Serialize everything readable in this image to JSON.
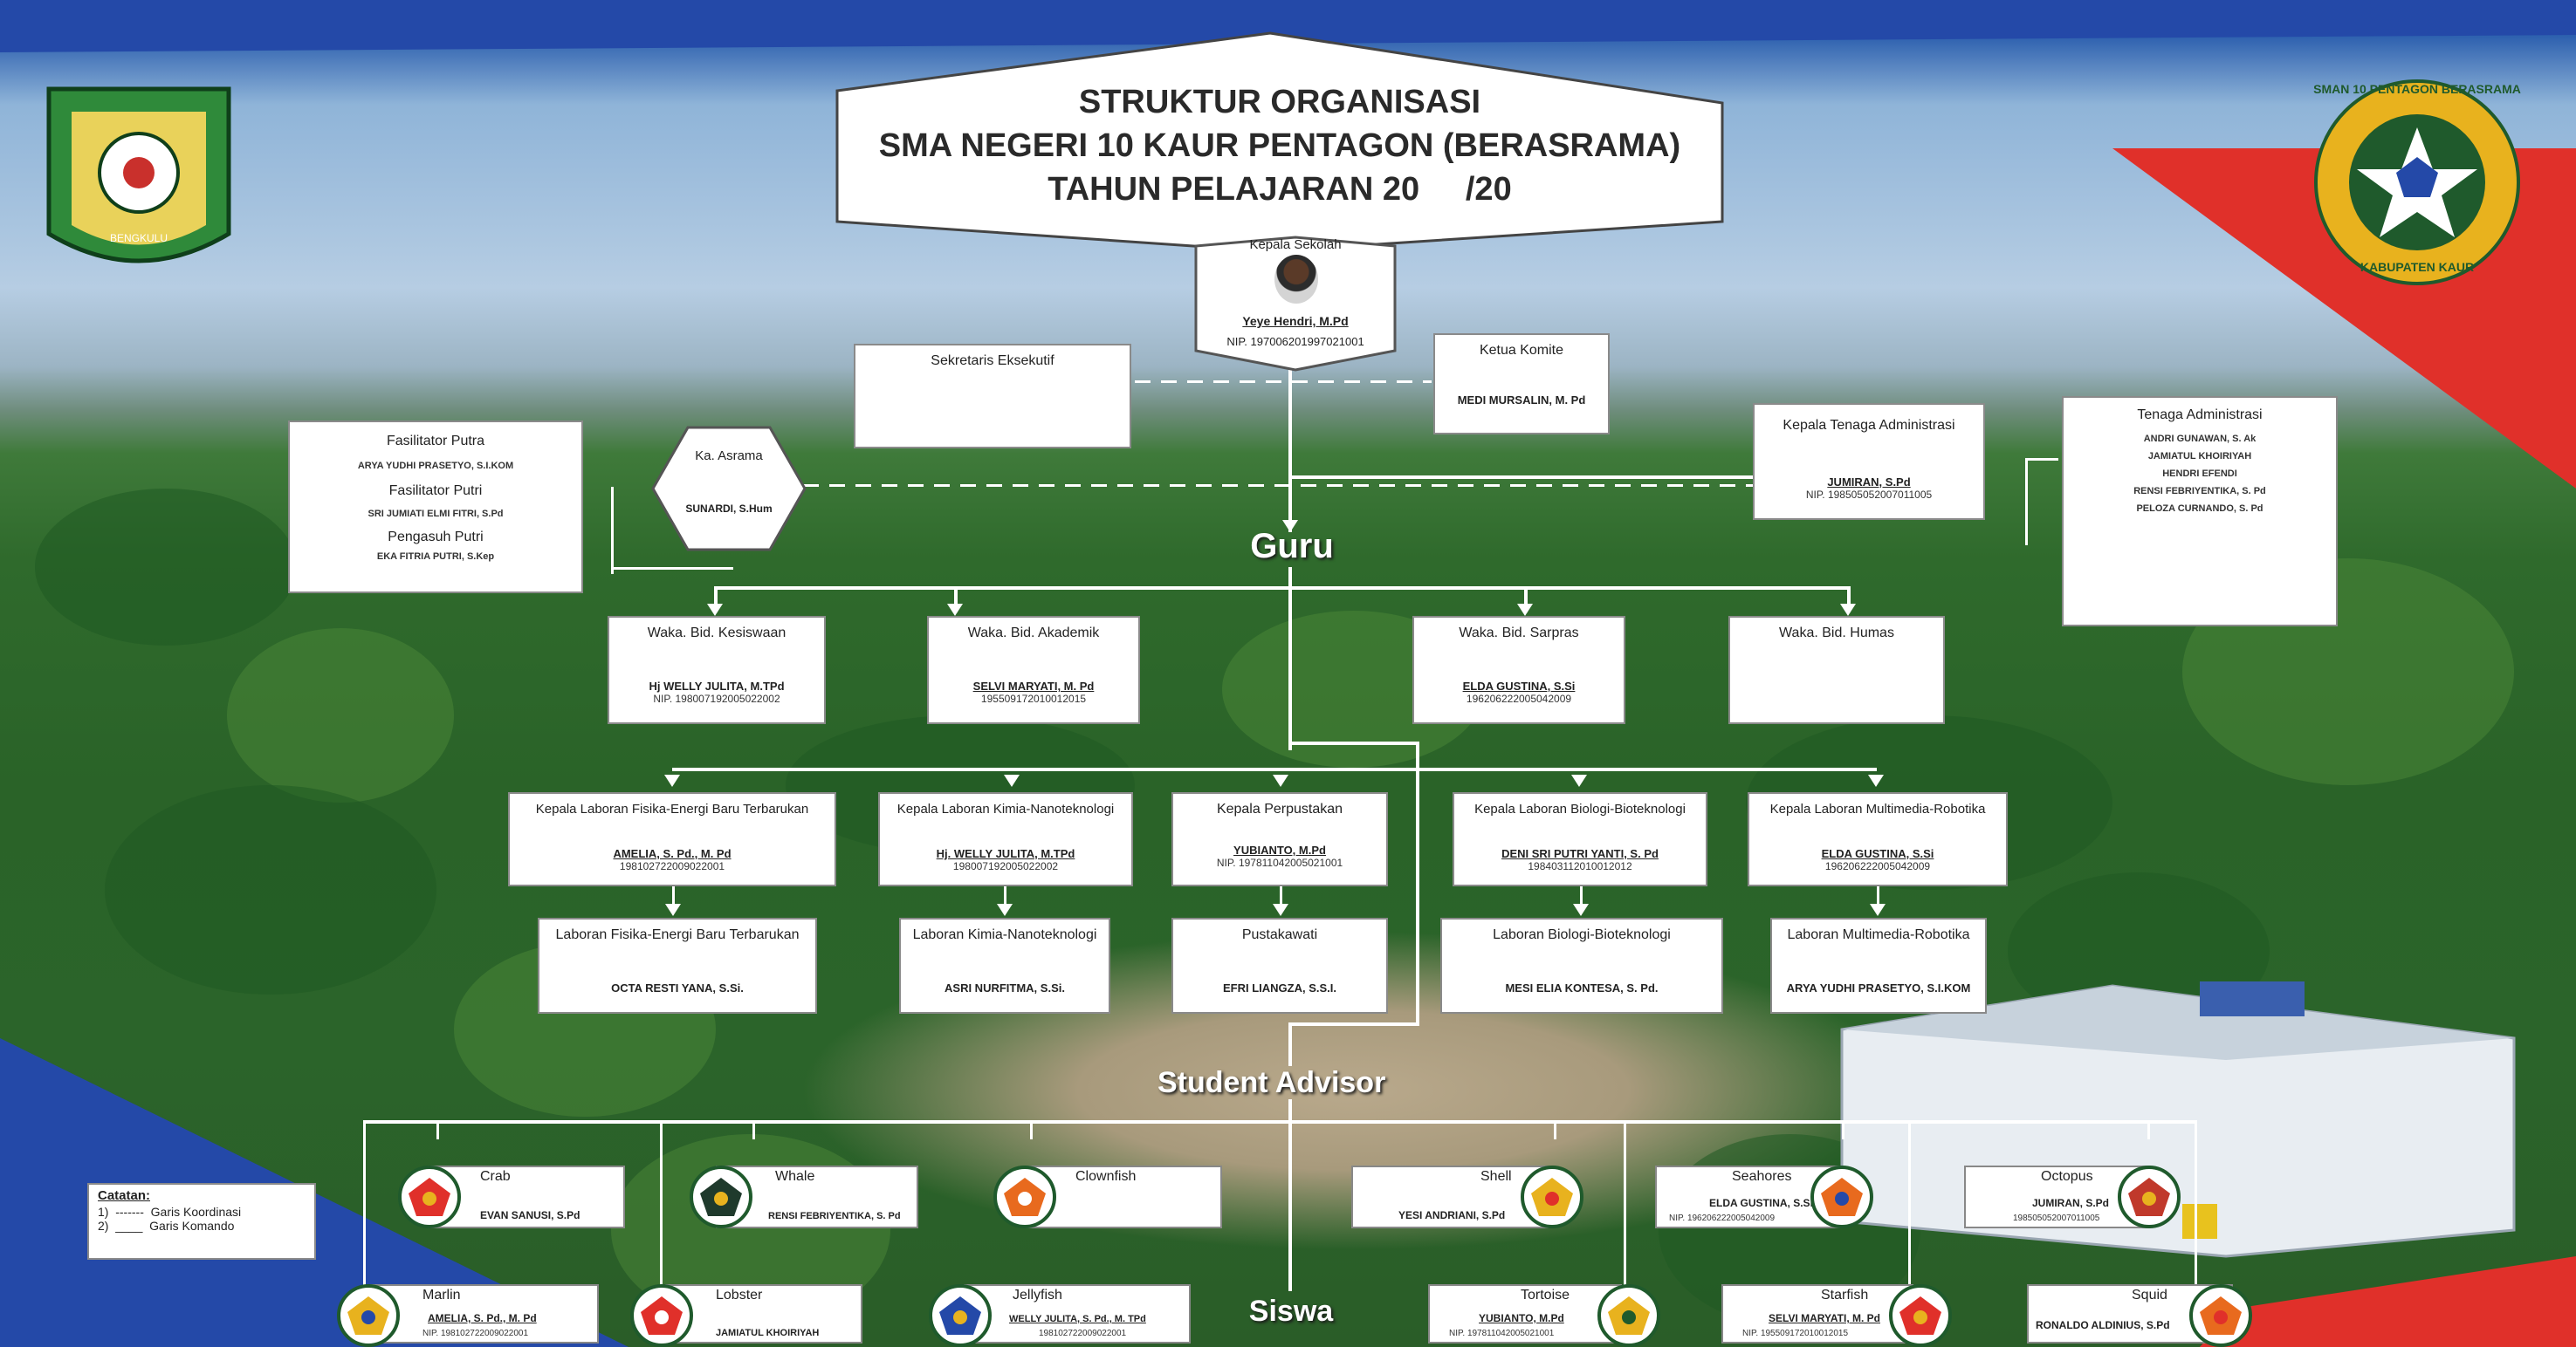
{
  "title": {
    "line1": "STRUKTUR ORGANISASI",
    "line2": "SMA NEGERI 10 KAUR PENTAGON (BERASRAMA)",
    "line3": "TAHUN PELAJARAN 20     /20"
  },
  "logos": {
    "left_text": "BENGKULU",
    "right_top": "SMAN 10 PENTAGON BERASRAMA",
    "right_bottom": "KABUPATEN KAUR"
  },
  "kepala_sekolah": {
    "title": "Kepala Sekolah",
    "name": "Yeye Hendri, M.Pd",
    "nip": "NIP. 197006201997021001"
  },
  "sekretaris": {
    "title": "Sekretaris Eksekutif"
  },
  "ketua_komite": {
    "title": "Ketua Komite",
    "name": "MEDI MURSALIN, M. Pd"
  },
  "ka_asrama": {
    "title": "Ka. Asrama",
    "name": "SUNARDI, S.Hum"
  },
  "fasilitator": {
    "putra_title": "Fasilitator Putra",
    "putra_name": "ARYA YUDHI PRASETYO, S.I.KOM",
    "putri_title": "Fasilitator Putri",
    "putri_name": "SRI JUMIATI ELMI FITRI, S.Pd",
    "pengasuh_title": "Pengasuh Putri",
    "pengasuh_name": "EKA FITRIA PUTRI, S.Kep"
  },
  "kepala_tu": {
    "title": "Kepala Tenaga Administrasi",
    "name": "JUMIRAN, S.Pd",
    "nip": "NIP. 198505052007011005"
  },
  "tenaga_adm": {
    "title": "Tenaga Administrasi",
    "names": [
      "ANDRI GUNAWAN, S. Ak",
      "JAMIATUL KHOIRIYAH",
      "HENDRI EFENDI",
      "RENSI FEBRIYENTIKA, S. Pd",
      "PELOZA CURNANDO, S. Pd"
    ]
  },
  "guru_label": "Guru",
  "waka": [
    {
      "title": "Waka. Bid. Kesiswaan",
      "name": "Hj WELLY JULITA, M.TPd",
      "nip": "NIP. 198007192005022002"
    },
    {
      "title": "Waka. Bid. Akademik",
      "name": "SELVI MARYATI, M. Pd",
      "nip": "195509172010012015"
    },
    {
      "title": "Waka. Bid. Sarpras",
      "name": "ELDA GUSTINA, S.Si",
      "nip": "196206222005042009"
    },
    {
      "title": "Waka. Bid. Humas",
      "name": "",
      "nip": ""
    }
  ],
  "kepala_lab": [
    {
      "title": "Kepala Laboran Fisika-Energi Baru Terbarukan",
      "name": "AMELIA, S. Pd., M. Pd",
      "nip": "198102722009022001"
    },
    {
      "title": "Kepala Laboran Kimia-Nanoteknologi",
      "name": "Hj. WELLY JULITA, M.TPd",
      "nip": "198007192005022002"
    },
    {
      "title": "Kepala Perpustakan",
      "name": "YUBIANTO, M.Pd",
      "nip": "NIP. 197811042005021001"
    },
    {
      "title": "Kepala Laboran Biologi-Bioteknologi",
      "name": "DENI SRI PUTRI YANTI, S. Pd",
      "nip": "198403112010012012"
    },
    {
      "title": "Kepala Laboran Multimedia-Robotika",
      "name": "ELDA GUSTINA, S.Si",
      "nip": "196206222005042009"
    }
  ],
  "laboran": [
    {
      "title": "Laboran Fisika-Energi Baru Terbarukan",
      "name": "OCTA RESTI YANA, S.Si."
    },
    {
      "title": "Laboran Kimia-Nanoteknologi",
      "name": "ASRI NURFITMA, S.Si."
    },
    {
      "title": "Pustakawati",
      "name": "EFRI LIANGZA, S.S.I."
    },
    {
      "title": "Laboran Biologi-Bioteknologi",
      "name": "MESI ELIA KONTESA, S. Pd."
    },
    {
      "title": "Laboran Multimedia-Robotika",
      "name": "ARYA YUDHI PRASETYO, S.I.KOM"
    }
  ],
  "student_advisor_label": "Student Advisor",
  "siswa_label": "Siswa",
  "catatan": {
    "title": "Catatan:",
    "item1": "1)  -------  Garis Koordinasi",
    "item2": "2)  ____  Garis Komando"
  },
  "groups_row1": [
    {
      "title": "Crab",
      "name": "EVAN SANUSI, S.Pd",
      "nip": ""
    },
    {
      "title": "Whale",
      "name": "RENSI FEBRIYENTIKA, S. Pd",
      "nip": ""
    },
    {
      "title": "Clownfish",
      "name": "",
      "nip": ""
    },
    {
      "title": "Shell",
      "name": "YESI ANDRIANI, S.Pd",
      "nip": ""
    },
    {
      "title": "Seahores",
      "name": "ELDA GUSTINA, S.Si",
      "nip": "NIP. 196206222005042009"
    },
    {
      "title": "Octopus",
      "name": "JUMIRAN, S.Pd",
      "nip": "198505052007011005"
    }
  ],
  "groups_row2": [
    {
      "title": "Marlin",
      "name": "AMELIA, S. Pd., M. Pd",
      "nip": "NIP. 198102722009022001"
    },
    {
      "title": "Lobster",
      "name": "JAMIATUL KHOIRIYAH",
      "nip": ""
    },
    {
      "title": "Jellyfish",
      "name": "WELLY JULITA, S. Pd., M. TPd",
      "nip": "198102722009022001"
    },
    {
      "title": "Tortoise",
      "name": "YUBIANTO, M.Pd",
      "nip": "NIP. 197811042005021001"
    },
    {
      "title": "Starfish",
      "name": "SELVI MARYATI, M. Pd",
      "nip": "NIP. 195509172010012015"
    },
    {
      "title": "Squid",
      "name": "RONALDO ALDINIUS, S.Pd",
      "nip": ""
    }
  ],
  "colors": {
    "flag_blue": "#2449a8",
    "flag_red": "#e0302a",
    "badge_green": "#1f5a2c",
    "badge_gold": "#e8b21e"
  },
  "icons": [
    "crest-emblem-icon",
    "pentagon-star-badge-icon",
    "pentagon-team-icon",
    "person-photo-icon"
  ]
}
